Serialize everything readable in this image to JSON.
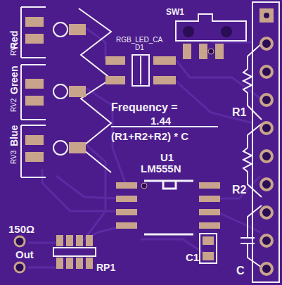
{
  "diagram": {
    "labels": [
      "SW1",
      "RGB_LED_CA",
      "D1",
      "Frequency =",
      "1.44",
      "(R1+R2+R2) * C",
      "U1",
      "LM555N",
      "R1",
      "R2",
      "C1",
      "C",
      "Red",
      "RV1",
      "Green",
      "RV2",
      "Blue",
      "RV3",
      "150Ω",
      "Out",
      "RP1"
    ]
  }
}
